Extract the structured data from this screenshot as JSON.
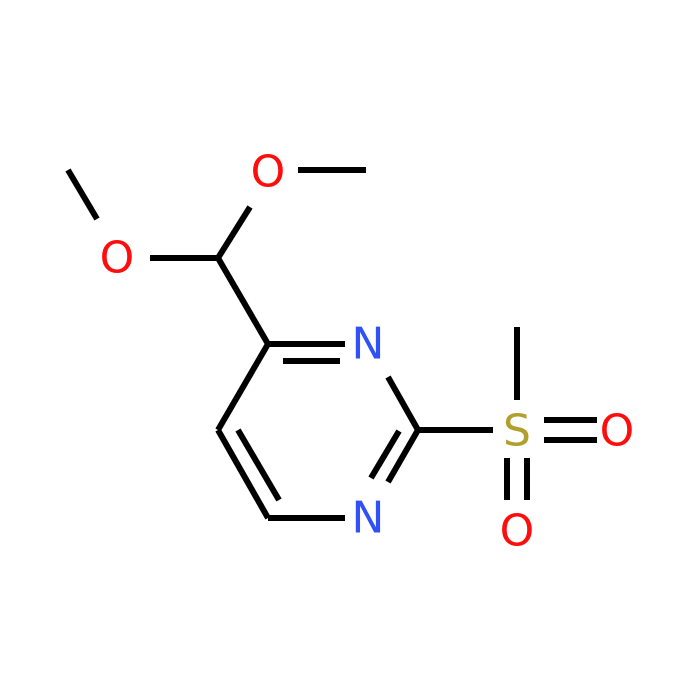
{
  "atoms": {
    "o_top": {
      "label": "O",
      "color": "#ff0d0d"
    },
    "o_left": {
      "label": "O",
      "color": "#ff0d0d"
    },
    "n_upper": {
      "label": "N",
      "color": "#3050f8"
    },
    "n_lower": {
      "label": "N",
      "color": "#3050f8"
    },
    "s": {
      "label": "S",
      "color": "#b2a02e"
    },
    "o_sulfonyl_right": {
      "label": "O",
      "color": "#ff0d0d"
    },
    "o_sulfonyl_bottom": {
      "label": "O",
      "color": "#ff0d0d"
    }
  },
  "colors": {
    "bond": "#000000",
    "background": "#ffffff"
  }
}
